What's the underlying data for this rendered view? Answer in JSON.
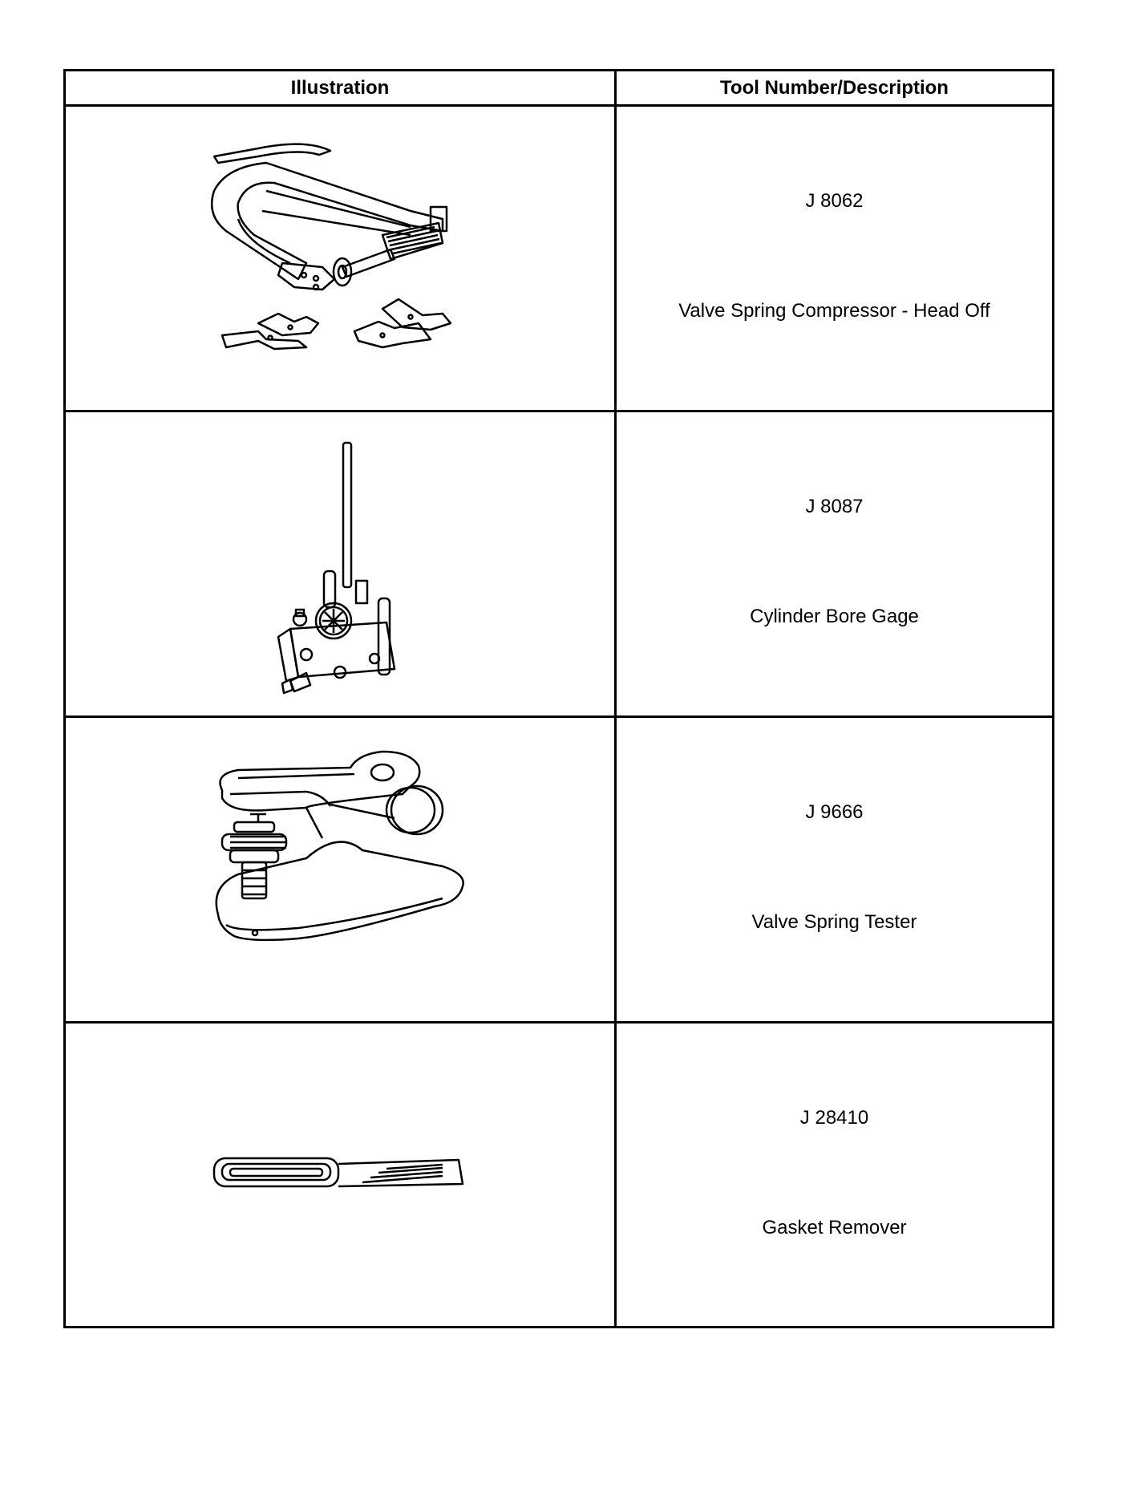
{
  "header": {
    "col_illustration": "Illustration",
    "col_tool": "Tool Number/Description"
  },
  "tools": [
    {
      "number": "J 8062",
      "description": "Valve Spring Compressor - Head Off",
      "icon": "valve-spring-compressor-icon"
    },
    {
      "number": "J 8087",
      "description": "Cylinder Bore Gage",
      "icon": "cylinder-bore-gage-icon"
    },
    {
      "number": "J 9666",
      "description": "Valve Spring Tester",
      "icon": "valve-spring-tester-icon"
    },
    {
      "number": "J 28410",
      "description": "Gasket Remover",
      "icon": "gasket-remover-icon"
    }
  ]
}
